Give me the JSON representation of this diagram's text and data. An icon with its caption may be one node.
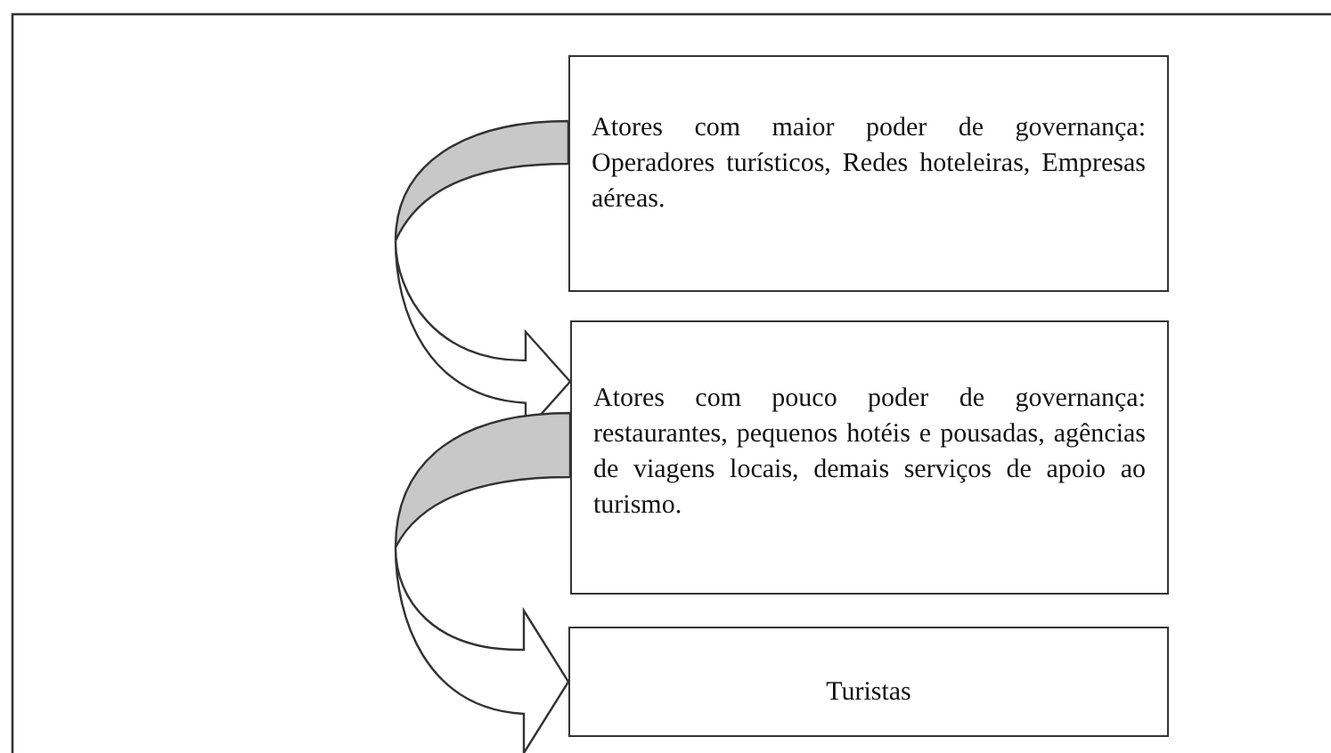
{
  "diagram": {
    "nodes": [
      {
        "text": [
          "Atores com maior poder de governança: Operadores turísticos, Redes hoteleiras, Empresas aéreas."
        ]
      },
      {
        "text": [
          "Atores com pouco poder de governança: restaurantes, pequenos hotéis e pousadas, agências de viagens locais, demais serviços de apoio ao turismo."
        ]
      },
      {
        "text": [
          "Turistas"
        ]
      }
    ],
    "edges": [
      {
        "from": 0,
        "to": 1,
        "arrow": "to"
      },
      {
        "from": 1,
        "to": 2,
        "arrow": "to"
      }
    ]
  }
}
